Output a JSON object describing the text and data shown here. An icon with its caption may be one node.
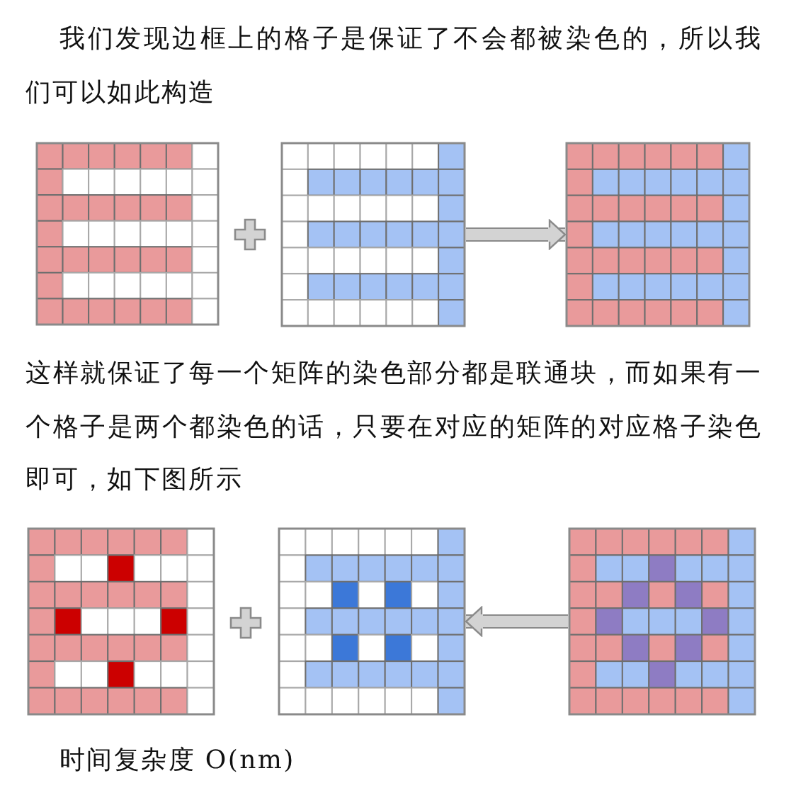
{
  "diagram": {
    "nodes": [
      {
        "text": [],
        "shape": "grid"
      },
      {
        "text": [],
        "shape": "grid"
      },
      {
        "text": [],
        "shape": "grid"
      },
      {
        "text": [],
        "shape": "grid"
      },
      {
        "text": [],
        "shape": "grid"
      },
      {
        "text": [],
        "shape": "grid"
      }
    ],
    "edges": [
      {
        "from": 1,
        "to": 2,
        "arrow": "to"
      },
      {
        "from": 5,
        "to": 4,
        "arrow": "to"
      }
    ],
    "labels": [
      "我们发现边框上的格子是保证了不会都被染色的，所以我们可以如此构造",
      "这样就保证了每一个矩阵的染色部分都是联通块，而如果有一个格子是两个都染色的话，只要在对应的矩阵的对应格子染色即可，如下图所示",
      "时间复杂度 O(nm)"
    ]
  }
}
